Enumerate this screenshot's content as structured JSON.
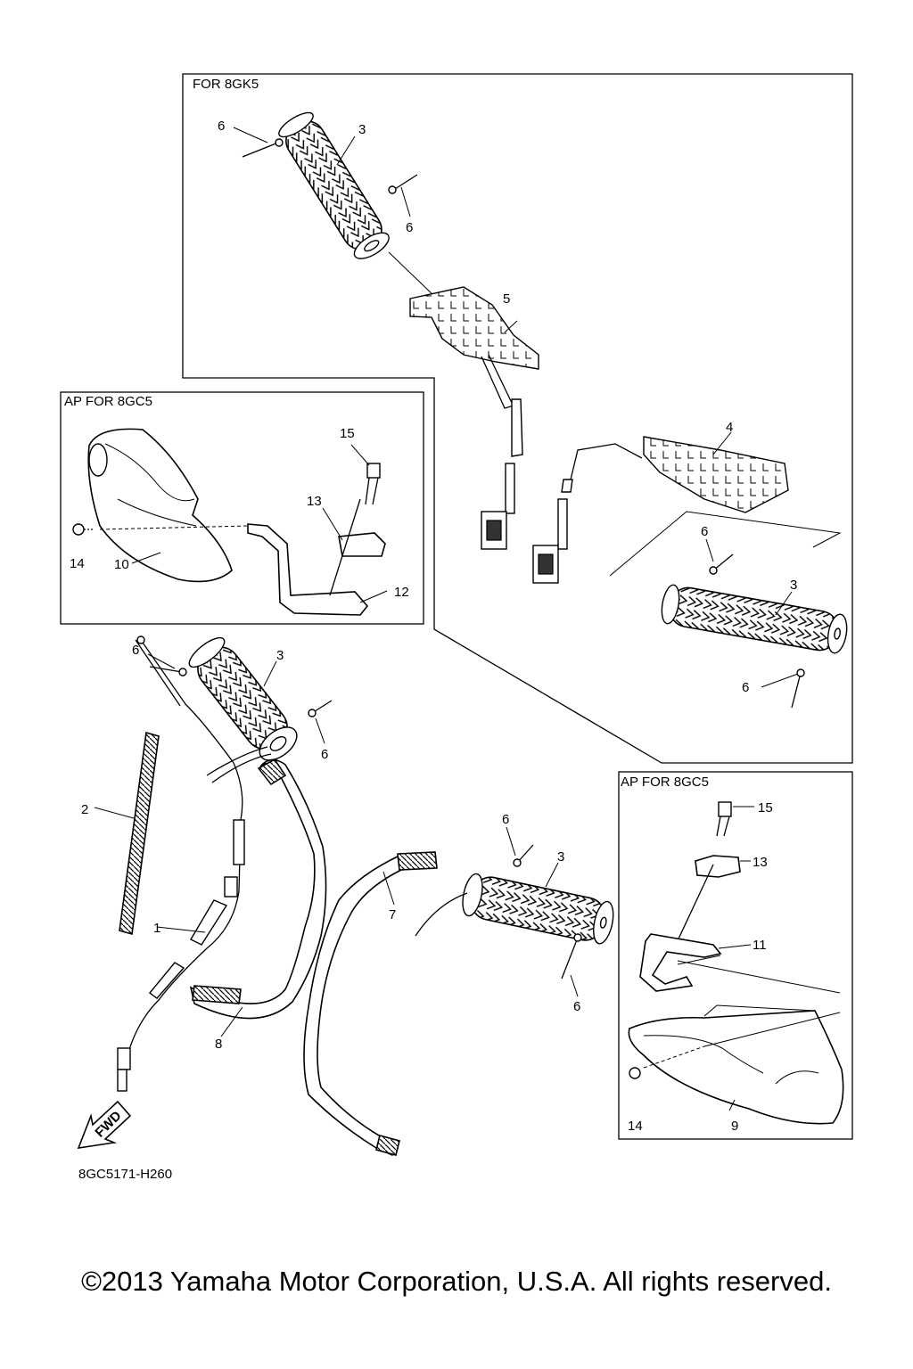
{
  "boxes": {
    "top": "FOR 8GK5",
    "left": "AP  FOR 8GC5",
    "right": "AP  FOR 8GC5"
  },
  "callouts": {
    "c1": "1",
    "c2": "2",
    "c4": "4",
    "c5": "5",
    "c7": "7",
    "c8": "8",
    "c9": "9",
    "c10": "10",
    "c11": "11",
    "c12": "12",
    "c13a": "13",
    "c13b": "13",
    "c14a": "14",
    "c14b": "14",
    "c15a": "15",
    "c15b": "15",
    "c3a": "3",
    "c3b": "3",
    "c3c": "3",
    "c3d": "3",
    "c6a": "6",
    "c6b": "6",
    "c6c": "6",
    "c6d": "6",
    "c6e": "6",
    "c6f": "6",
    "c6g": "6",
    "c6h": "6"
  },
  "fwd_label": "FWD",
  "diagram_code": "8GC5171-H260",
  "copyright": "©2013 Yamaha Motor Corporation, U.S.A. All rights reserved."
}
